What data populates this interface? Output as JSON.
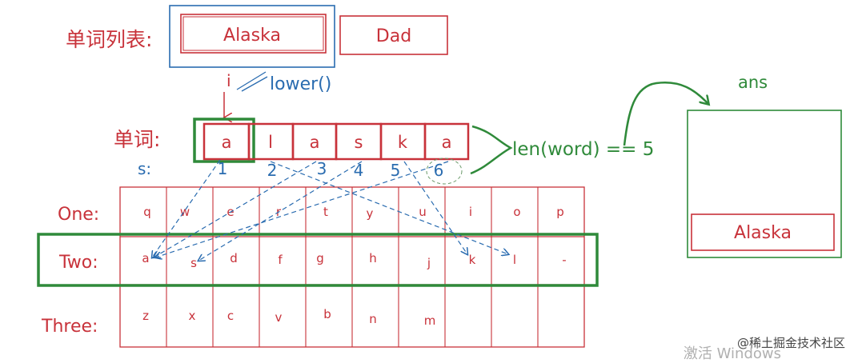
{
  "word_list": {
    "label": "单词列表:",
    "words": [
      "Alaska",
      "Dad"
    ]
  },
  "index_label": "i",
  "lower_label": "lower()",
  "word_row": {
    "label": "单词:",
    "letters": [
      "a",
      "l",
      "a",
      "s",
      "k",
      "a"
    ]
  },
  "s_label": "s:",
  "s_values": [
    "1",
    "2",
    "3",
    "4",
    "5",
    "6"
  ],
  "len_label": "len(word) == 5",
  "ans": {
    "label": "ans",
    "items": [
      "Alaska"
    ]
  },
  "keyboard": {
    "rows": [
      {
        "label": "One:",
        "keys": [
          "q",
          "w",
          "e",
          "r",
          "t",
          "y",
          "u",
          "i",
          "o",
          "p"
        ]
      },
      {
        "label": "Two:",
        "keys": [
          "a",
          "s",
          "d",
          "f",
          "g",
          "h",
          "j",
          "k",
          "l",
          "-"
        ]
      },
      {
        "label": "Three:",
        "keys": [
          "z",
          "x",
          "c",
          "v",
          "b",
          "n",
          "m",
          "",
          "",
          ""
        ]
      }
    ]
  },
  "watermark": {
    "site": "@稀土掘金技术社区",
    "activate": "激活 Windows"
  },
  "colors": {
    "red": "#c8323a",
    "blue": "#2a6cb0",
    "green": "#2f8a3a"
  }
}
